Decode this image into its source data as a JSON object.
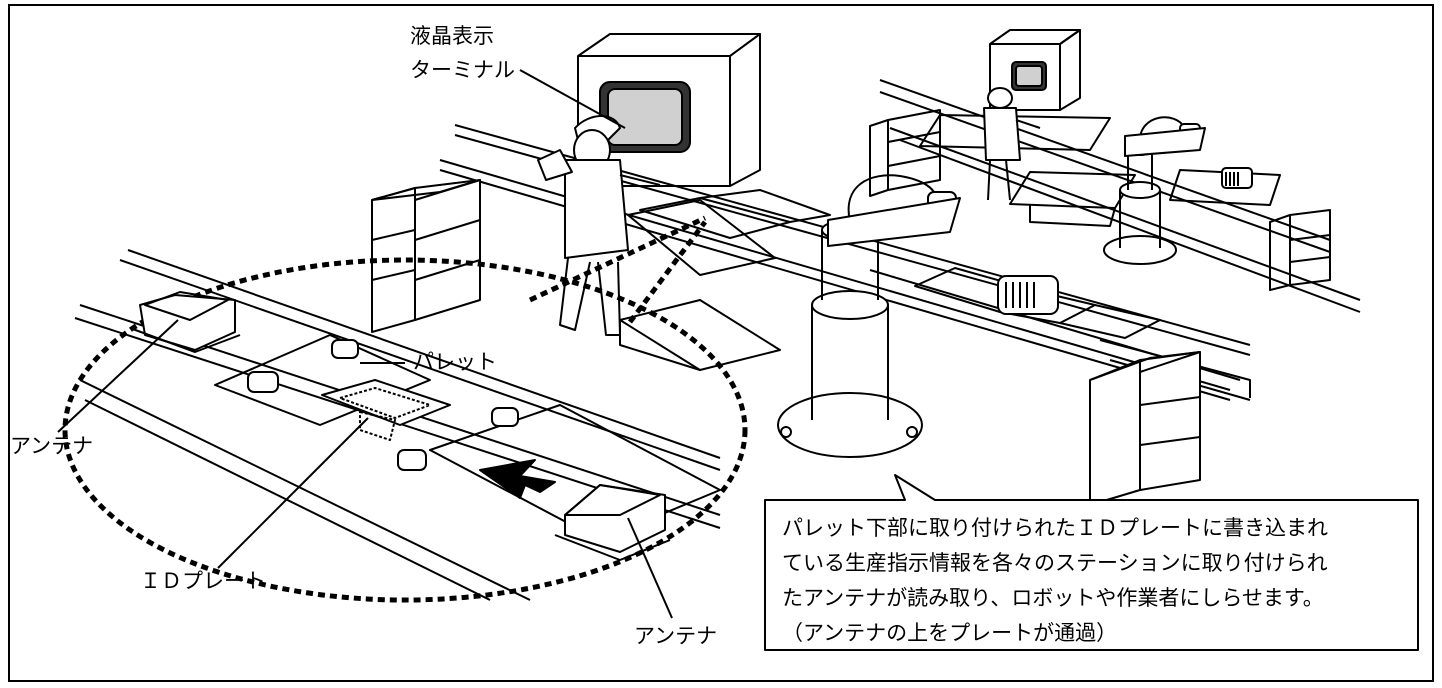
{
  "labels": {
    "lcd_terminal_line1": "液晶表示",
    "lcd_terminal_line2": "ターミナル",
    "pallet": "パレット",
    "antenna_left": "アンテナ",
    "id_plate": "ＩＤプレート",
    "antenna_bottom": "アンテナ"
  },
  "callout": {
    "lines": [
      "パレット下部に取り付けられたＩＤプレートに書き込まれ",
      "ている生産指示情報を各々のステーションに取り付けられ",
      "たアンテナが読み取り、ロボットや作業者にしらせます。",
      "（アンテナの上をプレートが通過）"
    ]
  }
}
